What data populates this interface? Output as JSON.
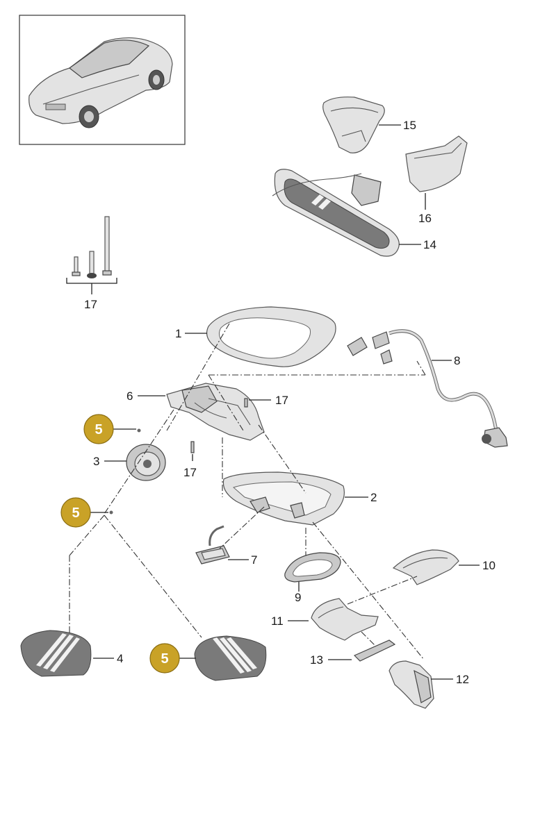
{
  "labels": {
    "p1": "1",
    "p2": "2",
    "p3": "3",
    "p4": "4",
    "p6": "6",
    "p7": "7",
    "p8": "8",
    "p9": "9",
    "p10": "10",
    "p11": "11",
    "p12": "12",
    "p13": "13",
    "p14": "14",
    "p15": "15",
    "p16": "16",
    "p17a": "17",
    "p17b": "17",
    "p17c": "17"
  },
  "badges": {
    "b1": "5",
    "b2": "5",
    "b3": "5"
  },
  "colors": {
    "badge_fill": "#c9a227",
    "badge_stroke": "#8a6d12",
    "glass": "#7a7a7a",
    "part": "#e3e3e3"
  }
}
